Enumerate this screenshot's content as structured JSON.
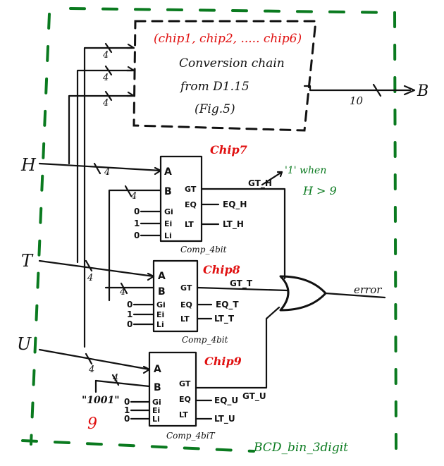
{
  "chain_block": {
    "line1": "(chip1, chip2, ..... chip6)",
    "line2": "Conversion chain",
    "line3": "from D1.15",
    "line4": "(Fig.5)"
  },
  "inputs": {
    "h": "H",
    "t": "T",
    "u": "U"
  },
  "output": {
    "b": "B",
    "width": "10"
  },
  "bus_width": "4",
  "chips": {
    "chip7": {
      "label": "Chip7",
      "name": "Comp_4bit"
    },
    "chip8": {
      "label": "Chip8",
      "name": "Comp_4bit"
    },
    "chip9": {
      "label": "Chip9",
      "name": "Comp_4biT"
    }
  },
  "pins": {
    "a": "A",
    "b": "B",
    "gt": "GT",
    "eq": "EQ",
    "lt": "LT",
    "gi": "Gi",
    "ei": "Ei",
    "li": "Li"
  },
  "signals": {
    "gt_h": "GT_H",
    "eq_h": "EQ_H",
    "lt_h": "LT_H",
    "gt_t": "GT_T",
    "eq_t": "EQ_T",
    "lt_t": "LT_T",
    "gt_u": "GT_U",
    "eq_u": "EQ_U",
    "lt_u": "LT_U",
    "error": "error"
  },
  "cascade_values": {
    "g": "0",
    "e": "1",
    "l": "0"
  },
  "constant": {
    "binary": "\"1001\"",
    "decimal": "9"
  },
  "annotation": {
    "line1": "'1' when",
    "line2": "H > 9"
  },
  "title": "BCD_bin_3digit"
}
